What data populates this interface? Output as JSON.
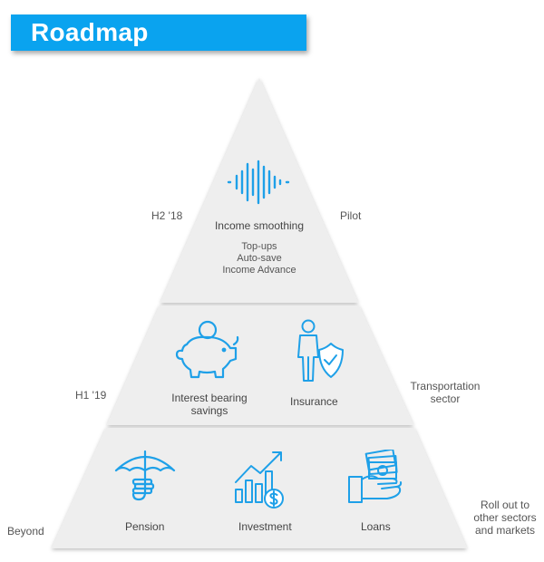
{
  "title": "Roadmap",
  "colors": {
    "accent": "#0aa3ef",
    "pyramid_fill": "#eeeeee",
    "icon_stroke": "#1ea0e8"
  },
  "tiers": [
    {
      "period": "H2 '18",
      "stage": "Pilot",
      "items": [
        {
          "label": "Income smoothing",
          "icon": "sound-wave-icon"
        }
      ],
      "features": [
        "Top-ups",
        "Auto-save",
        "Income Advance"
      ]
    },
    {
      "period": "H1 '19",
      "stage_lines": [
        "Transportation",
        "sector"
      ],
      "items": [
        {
          "label_lines": [
            "Interest bearing",
            "savings"
          ],
          "icon": "piggy-bank-icon"
        },
        {
          "label": "Insurance",
          "icon": "person-shield-icon"
        }
      ]
    },
    {
      "period": "Beyond",
      "stage_lines": [
        "Roll out to",
        "other sectors",
        "and markets"
      ],
      "items": [
        {
          "label": "Pension",
          "icon": "umbrella-coins-icon"
        },
        {
          "label": "Investment",
          "icon": "growth-chart-icon"
        },
        {
          "label": "Loans",
          "icon": "hand-money-icon"
        }
      ]
    }
  ]
}
